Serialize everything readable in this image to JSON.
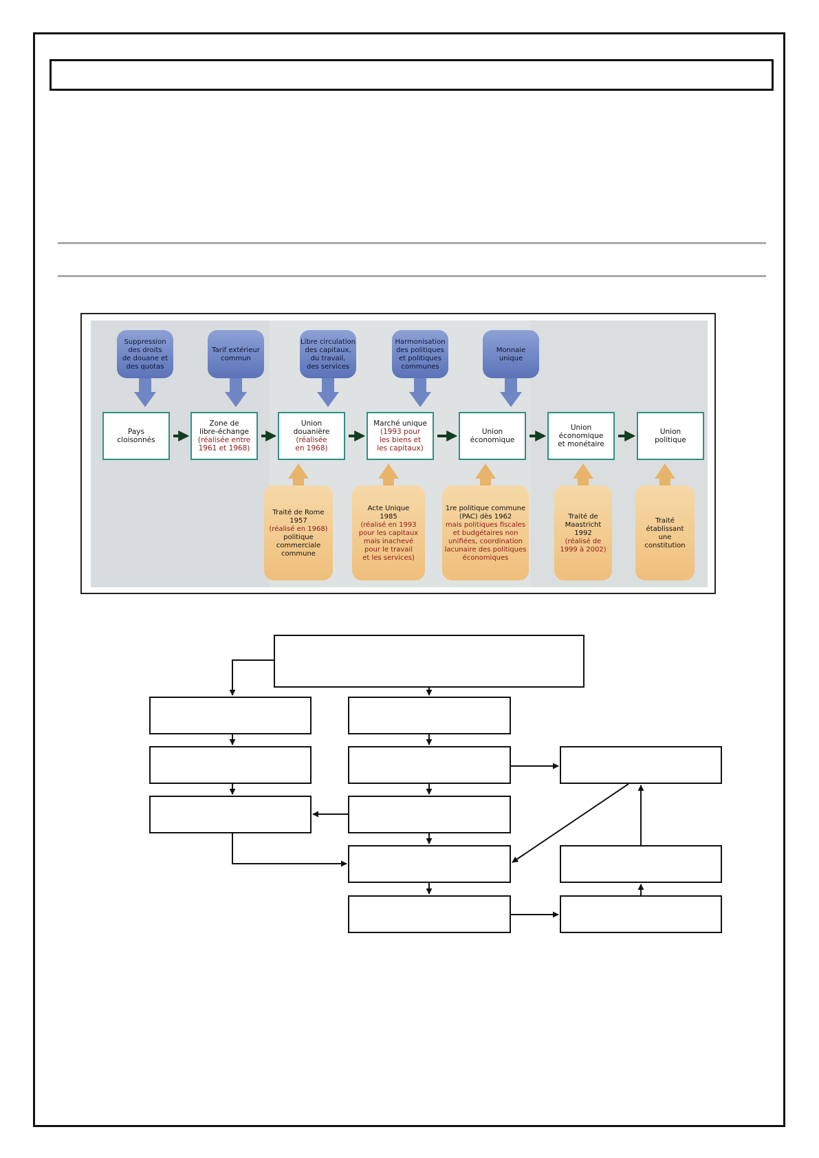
{
  "diagram": {
    "steps": [
      {
        "lines": [
          "Pays",
          "cloisonnés"
        ],
        "detail": []
      },
      {
        "lines": [
          "Zone de",
          "libre-échange"
        ],
        "detail": [
          "(réalisée entre",
          "1961 et 1968)"
        ]
      },
      {
        "lines": [
          "Union",
          "douanière"
        ],
        "detail": [
          "(réalisée",
          "en 1968)"
        ]
      },
      {
        "lines": [
          "Marché unique"
        ],
        "detail": [
          "(1993 pour",
          "les biens et",
          "les capitaux)"
        ]
      },
      {
        "lines": [
          "Union",
          "économique"
        ],
        "detail": []
      },
      {
        "lines": [
          "Union",
          "économique",
          "et monétaire"
        ],
        "detail": []
      },
      {
        "lines": [
          "Union",
          "politique"
        ],
        "detail": []
      }
    ],
    "measures": [
      {
        "lines": [
          "Suppression",
          "des droits",
          "de douane et",
          "des quotas"
        ]
      },
      {
        "lines": [
          "Tarif extérieur",
          "commun"
        ]
      },
      {
        "lines": [
          "Libre circulation",
          "des capitaux,",
          "du travail,",
          "des services"
        ]
      },
      {
        "lines": [
          "Harmonisation",
          "des politiques",
          "et politiques",
          "communes"
        ]
      },
      {
        "lines": [
          "Monnaie",
          "unique"
        ]
      }
    ],
    "treaties": [
      {
        "lines": [
          "Traité de Rome",
          "1957"
        ],
        "detail": [
          "(réalisé en 1968)"
        ],
        "tail": [
          "politique",
          "commerciale",
          "commune"
        ]
      },
      {
        "lines": [
          "Acte Unique",
          "1985"
        ],
        "detail": [
          "(réalisé en 1993",
          "pour les capitaux",
          "mais inachevé",
          "pour le travail",
          "et les services)"
        ],
        "tail": []
      },
      {
        "lines": [
          "1re politique commune",
          "(PAC) dès 1962"
        ],
        "detail": [
          "mais politiques fiscales",
          "et budgétaires non",
          "unifiées, coordination",
          "lacunaire des politiques",
          "économiques"
        ],
        "tail": []
      },
      {
        "lines": [
          "Traité de",
          "Maastricht",
          "1992"
        ],
        "detail": [
          "(réalisé de",
          "1999 à 2002)"
        ],
        "tail": []
      },
      {
        "lines": [
          "Traité",
          "établissant",
          "une",
          "constitution"
        ],
        "detail": [],
        "tail": []
      }
    ]
  },
  "colors": {
    "step_border": "#2f8f86",
    "measure_fill": "#5b73b8",
    "treaty_fill": "#efbf7a",
    "detail_text": "#8b1a1a",
    "arrow_dark": "#123d1e",
    "scan_bg": "#dfe2e3"
  }
}
